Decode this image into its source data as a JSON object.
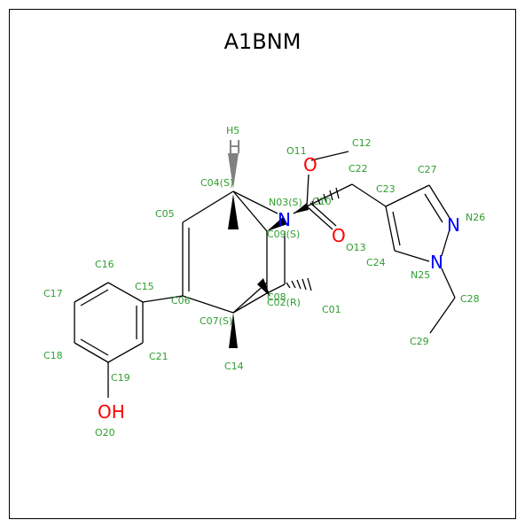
{
  "title": "A1BNM",
  "colors": {
    "carbon_label": "#2e9e2e",
    "oxygen": "#ff0000",
    "nitrogen": "#0000ff",
    "hydrogen": "#808080",
    "bond": "#000000"
  },
  "atom_labels": {
    "H5": "H5",
    "C04": "C04(S)",
    "C05": "C05",
    "N03": "N03(S)",
    "C10": "C10",
    "C09": "C09(S)",
    "O11": "O11",
    "C12": "C12",
    "C22": "C22",
    "C23": "C23",
    "C27": "C27",
    "N26": "N26",
    "O13": "O13",
    "C24": "C24",
    "N25": "N25",
    "C28": "C28",
    "C29": "C29",
    "C16": "C16",
    "C15": "C15",
    "C17": "C17",
    "C06": "C06",
    "C08": "C08",
    "C02": "C02(R)",
    "C01": "C01",
    "C07": "C07(S)",
    "C18": "C18",
    "C21": "C21",
    "C19": "C19",
    "C14": "C14",
    "O20": "O20"
  },
  "heteroatoms": {
    "O_carbonyl": "O",
    "O_ester": "O",
    "N_ring": "N",
    "N26": "N",
    "N25": "N",
    "OH": "OH",
    "H": "H"
  }
}
